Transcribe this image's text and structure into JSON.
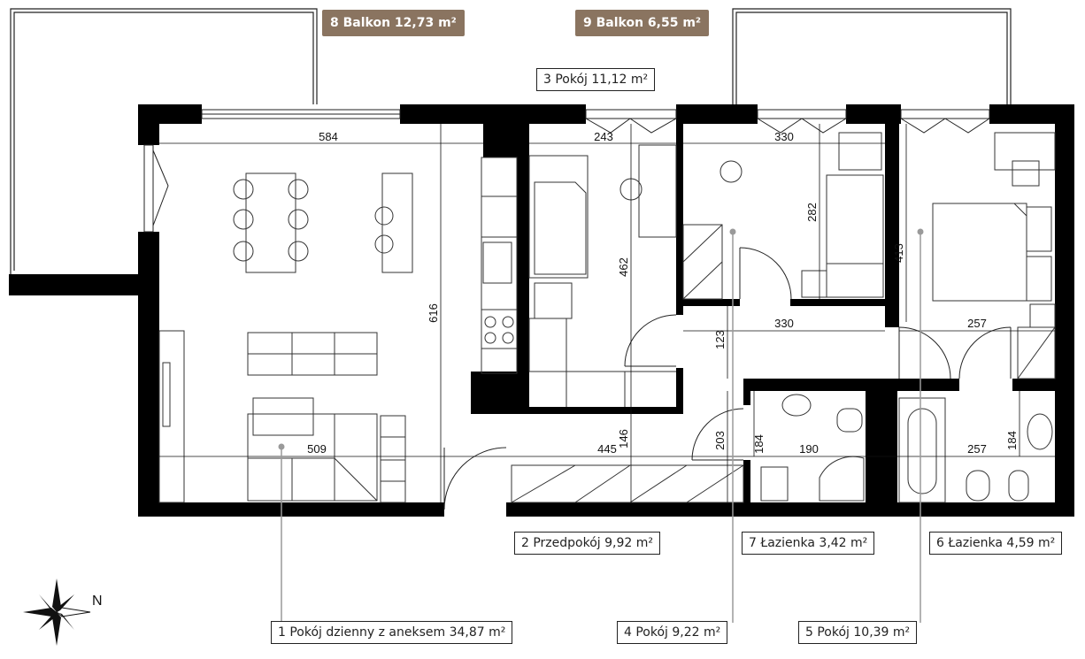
{
  "balconies": [
    {
      "id": "8",
      "label": "8 Balkon 12,73 m²"
    },
    {
      "id": "9",
      "label": "9 Balkon 6,55 m²"
    }
  ],
  "rooms": {
    "r1": "1 Pokój dzienny z aneksem 34,87 m²",
    "r2": "2 Przedpokój 9,92 m²",
    "r3": "3 Pokój 11,12 m²",
    "r4": "4 Pokój 9,22 m²",
    "r5": "5 Pokój 10,39 m²",
    "r6": "6 Łazienka 4,59 m²",
    "r7": "7 Łazienka 3,42 m²"
  },
  "dimensions": {
    "d584": "584",
    "d243": "243",
    "d330a": "330",
    "d282": "282",
    "d462": "462",
    "d413": "413",
    "d616": "616",
    "d330b": "330",
    "d257a": "257",
    "d123": "123",
    "d509": "509",
    "d445": "445",
    "d146": "146",
    "d203": "203",
    "d184a": "184",
    "d190": "190",
    "d257b": "257",
    "d184b": "184"
  },
  "compass": {
    "north_label": "N"
  },
  "colors": {
    "wall": "#000000",
    "badge": "#8a7460",
    "line": "#222222",
    "leader": "#9a9a9a"
  }
}
